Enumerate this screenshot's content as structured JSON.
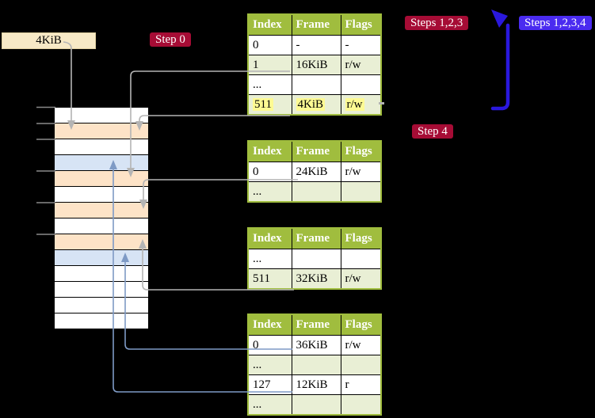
{
  "diagram_title": "page-table translation diagram",
  "palette": {
    "background": "#000000",
    "table_header_green": "#a0bd3e",
    "table_row_green": "#e9efd5",
    "page_peach": "#fde3c7",
    "page_blue": "#d7e4f5",
    "highlight_yellow": "#fdfa93",
    "badge_red": "#a60c35",
    "badge_violet": "#4a2bf0",
    "connector_gray": "#b4b4b4",
    "connector_steelblue": "#7e9ac5",
    "loop_arrow_blue": "#2a18dd",
    "memory_box_cream": "#f7e9c6"
  },
  "memory_box": {
    "label": "4KiB"
  },
  "badges": {
    "step0": "Step 0",
    "steps123": "Steps 1,2,3",
    "steps1234": "Steps 1,2,3,4",
    "step4": "Step 4"
  },
  "left_column": {
    "rows": [
      "white",
      "peach",
      "white",
      "blue",
      "peach",
      "white",
      "peach",
      "white",
      "peach",
      "blue",
      "white",
      "white",
      "white",
      "white"
    ]
  },
  "tables": [
    {
      "headers": [
        "Index",
        "Frame",
        "Flags"
      ],
      "rows": [
        {
          "cells": [
            "0",
            "-",
            "-"
          ],
          "highlight": false
        },
        {
          "cells": [
            "1",
            "16KiB",
            "r/w"
          ],
          "highlight": false
        },
        {
          "cells": [
            "...",
            "",
            ""
          ],
          "highlight": false
        },
        {
          "cells": [
            "511",
            "4KiB",
            "r/w"
          ],
          "highlight": true
        }
      ]
    },
    {
      "headers": [
        "Index",
        "Frame",
        "Flags"
      ],
      "rows": [
        {
          "cells": [
            "0",
            "24KiB",
            "r/w"
          ],
          "highlight": false
        },
        {
          "cells": [
            "...",
            "",
            ""
          ],
          "highlight": false
        }
      ]
    },
    {
      "headers": [
        "Index",
        "Frame",
        "Flags"
      ],
      "rows": [
        {
          "cells": [
            "...",
            "",
            ""
          ],
          "highlight": false
        },
        {
          "cells": [
            "511",
            "32KiB",
            "r/w"
          ],
          "highlight": false
        }
      ]
    },
    {
      "headers": [
        "Index",
        "Frame",
        "Flags"
      ],
      "rows": [
        {
          "cells": [
            "0",
            "36KiB",
            "r/w"
          ],
          "highlight": false
        },
        {
          "cells": [
            "...",
            "",
            ""
          ],
          "highlight": false
        },
        {
          "cells": [
            "127",
            "12KiB",
            "r"
          ],
          "highlight": false
        },
        {
          "cells": [
            "...",
            "",
            ""
          ],
          "highlight": false
        }
      ]
    }
  ]
}
